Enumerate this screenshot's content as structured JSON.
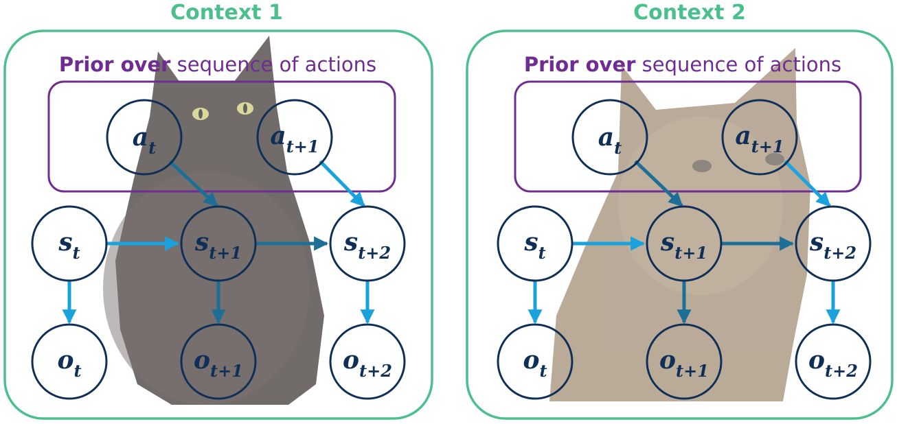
{
  "colors": {
    "context_border": "#4cbf8e",
    "context_title": "#4cbf8e",
    "prior_border": "#6f2c91",
    "prior_text": "#6f2c91",
    "node_border": "#0f2f57",
    "node_text": "#0f2f57",
    "arrow_light": "#1aa2dc",
    "arrow_dark": "#1e6f96",
    "cat_black": "#2b2320",
    "cat_tabby": "#8a7052"
  },
  "panels": [
    {
      "title": "Context 1",
      "prior_bold": "Prior over",
      "prior_rest": " sequence of actions",
      "background_image": "black-cat",
      "nodes": {
        "a_t": {
          "base": "a",
          "sub": "t"
        },
        "a_t1": {
          "base": "a",
          "sub": "t+1"
        },
        "s_t": {
          "base": "s",
          "sub": "t"
        },
        "s_t1": {
          "base": "s",
          "sub": "t+1"
        },
        "s_t2": {
          "base": "s",
          "sub": "t+2"
        },
        "o_t": {
          "base": "o",
          "sub": "t"
        },
        "o_t1": {
          "base": "o",
          "sub": "t+1"
        },
        "o_t2": {
          "base": "o",
          "sub": "t+2"
        }
      }
    },
    {
      "title": "Context 2",
      "prior_bold": "Prior over",
      "prior_rest": " sequence of actions",
      "background_image": "tabby-cat",
      "nodes": {
        "a_t": {
          "base": "a",
          "sub": "t"
        },
        "a_t1": {
          "base": "a",
          "sub": "t+1"
        },
        "s_t": {
          "base": "s",
          "sub": "t"
        },
        "s_t1": {
          "base": "s",
          "sub": "t+1"
        },
        "s_t2": {
          "base": "s",
          "sub": "t+2"
        },
        "o_t": {
          "base": "o",
          "sub": "t"
        },
        "o_t1": {
          "base": "o",
          "sub": "t+1"
        },
        "o_t2": {
          "base": "o",
          "sub": "t+2"
        }
      }
    }
  ]
}
